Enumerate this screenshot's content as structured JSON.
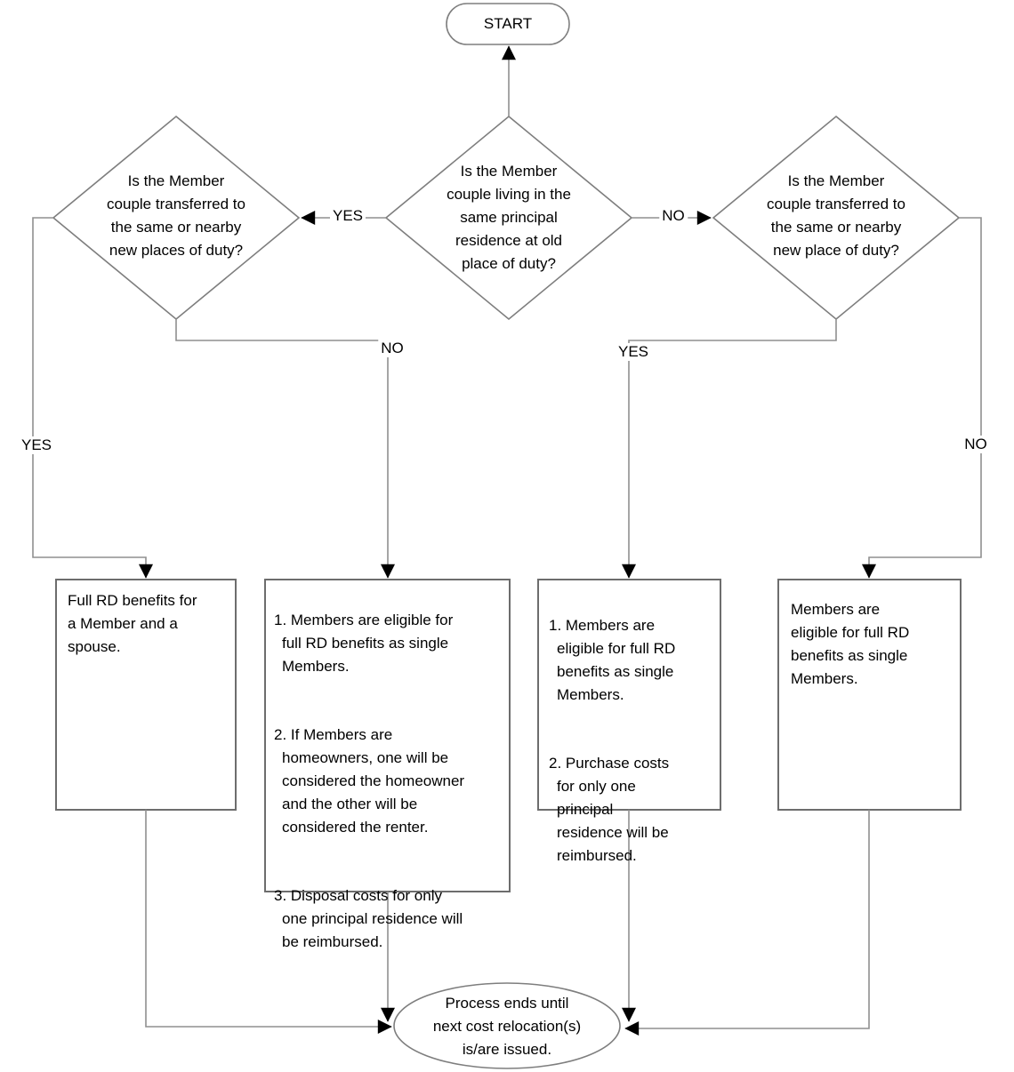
{
  "colors": {
    "background": "#ffffff",
    "connector_line": "#8f8f8f",
    "shape_border": "#7e7e7e",
    "box_border": "#6d6d6d",
    "arrowhead": "#000000",
    "text": "#000000"
  },
  "nodes": {
    "start": {
      "label": "START"
    },
    "decision_center": {
      "text": "Is the Member\ncouple living in the\nsame principal\nresidence at old\nplace of duty?"
    },
    "decision_left": {
      "text": "Is the Member\ncouple transferred to\nthe same or nearby\nnew places of duty?"
    },
    "decision_right": {
      "text": "Is the Member\ncouple transferred to\nthe same or nearby\nnew place of duty?"
    },
    "outcome_spouse": {
      "text": "Full RD benefits for\na Member and a\nspouse."
    },
    "outcome_left_no": {
      "items": [
        "1. Members are eligible for\nfull RD benefits as single\nMembers.",
        "2. If Members are\nhomeowners, one will be\nconsidered the homeowner\nand the other will be\nconsidered the renter.",
        "3. Disposal costs for only\none principal residence will\nbe reimbursed."
      ]
    },
    "outcome_right_yes": {
      "items": [
        "1. Members are\neligible for full RD\nbenefits as single\nMembers.",
        "2. Purchase costs\nfor only one\nprincipal\nresidence will be\nreimbursed."
      ]
    },
    "outcome_right_no": {
      "text": "Members are\neligible for full RD\nbenefits as single\nMembers."
    },
    "terminal": {
      "text": "Process ends until\nnext cost relocation(s)\nis/are issued."
    }
  },
  "edge_labels": {
    "center_yes": "YES",
    "center_no": "NO",
    "left_no": "NO",
    "right_yes": "YES",
    "left_yes": "YES",
    "right_no": "NO"
  }
}
